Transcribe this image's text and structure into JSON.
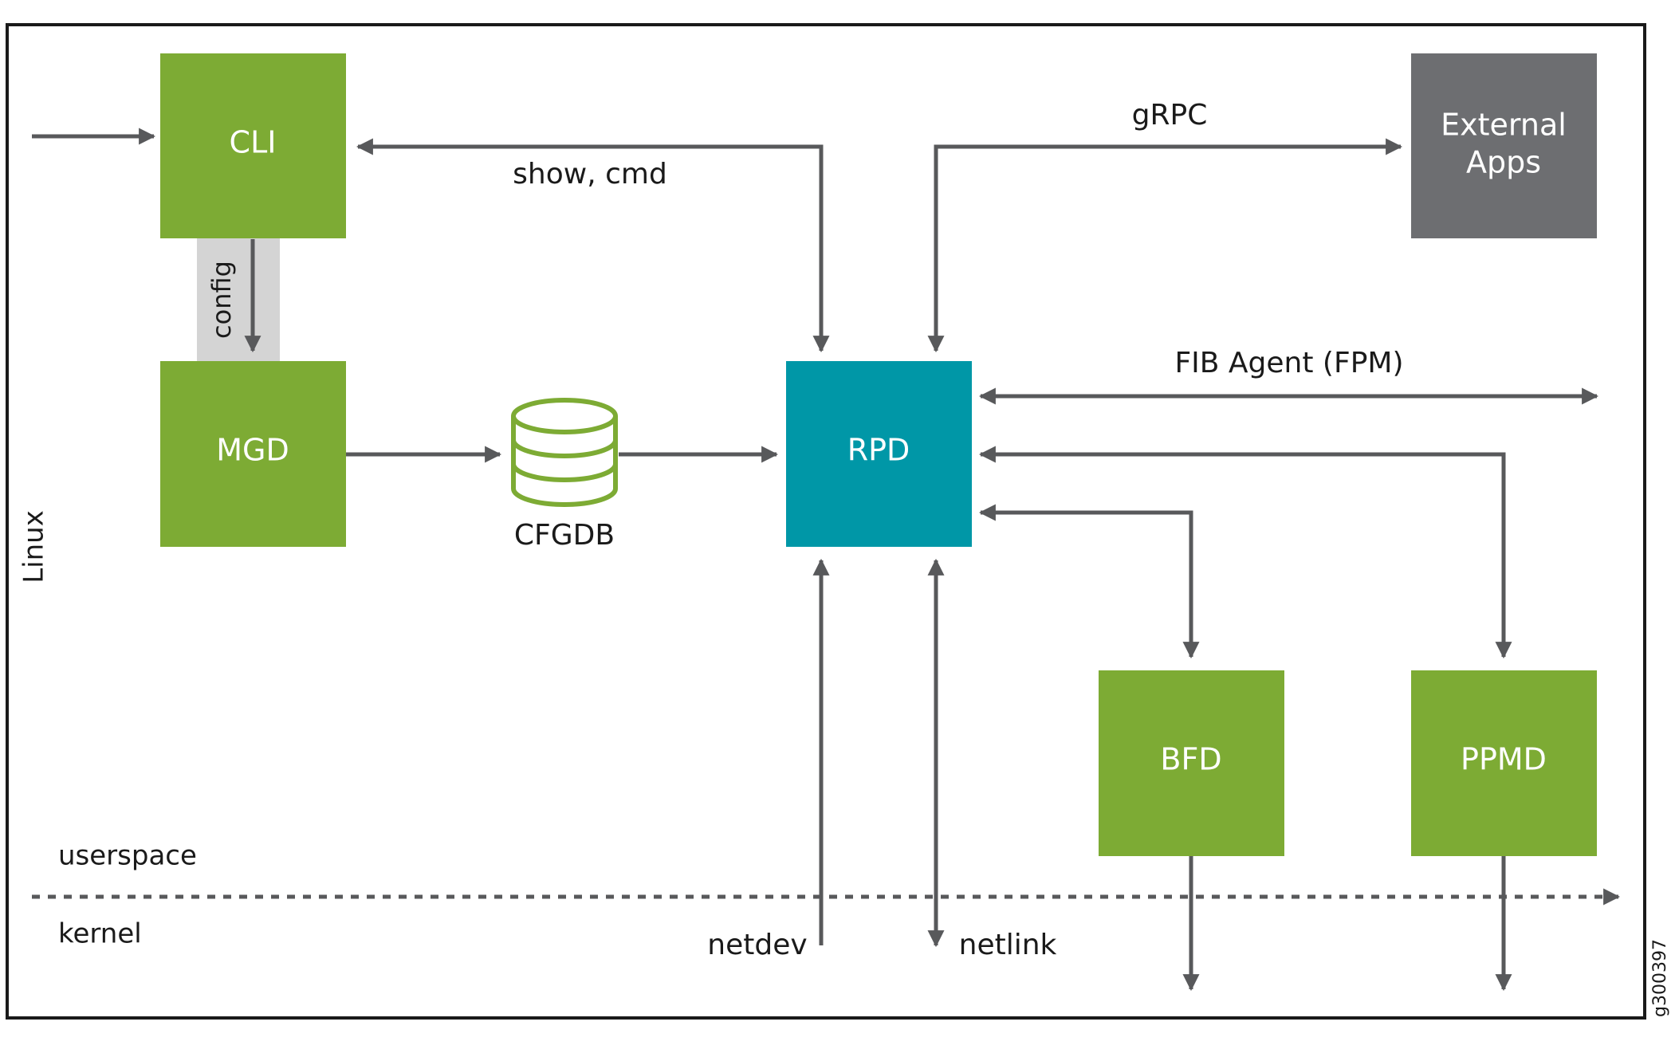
{
  "colors": {
    "green": "#7dab34",
    "teal": "#0097a7",
    "gray_box": "#6d6e71",
    "arrow": "#58595b",
    "config_band": "#d4d4d4",
    "frame": "#1a1a1a",
    "text_dark": "#1a1a1a",
    "text_light": "#ffffff"
  },
  "boxes": {
    "cli": "CLI",
    "mgd": "MGD",
    "rpd": "RPD",
    "external_apps_line1": "External",
    "external_apps_line2": "Apps",
    "bfd": "BFD",
    "ppmd": "PPMD"
  },
  "database": {
    "label": "CFGDB"
  },
  "labels": {
    "config": "config",
    "show_cmd": "show, cmd",
    "grpc": "gRPC",
    "fib_agent": "FIB Agent (FPM)",
    "linux": "Linux",
    "userspace": "userspace",
    "kernel": "kernel",
    "netdev": "netdev",
    "netlink": "netlink",
    "figure_id": "g300397"
  }
}
